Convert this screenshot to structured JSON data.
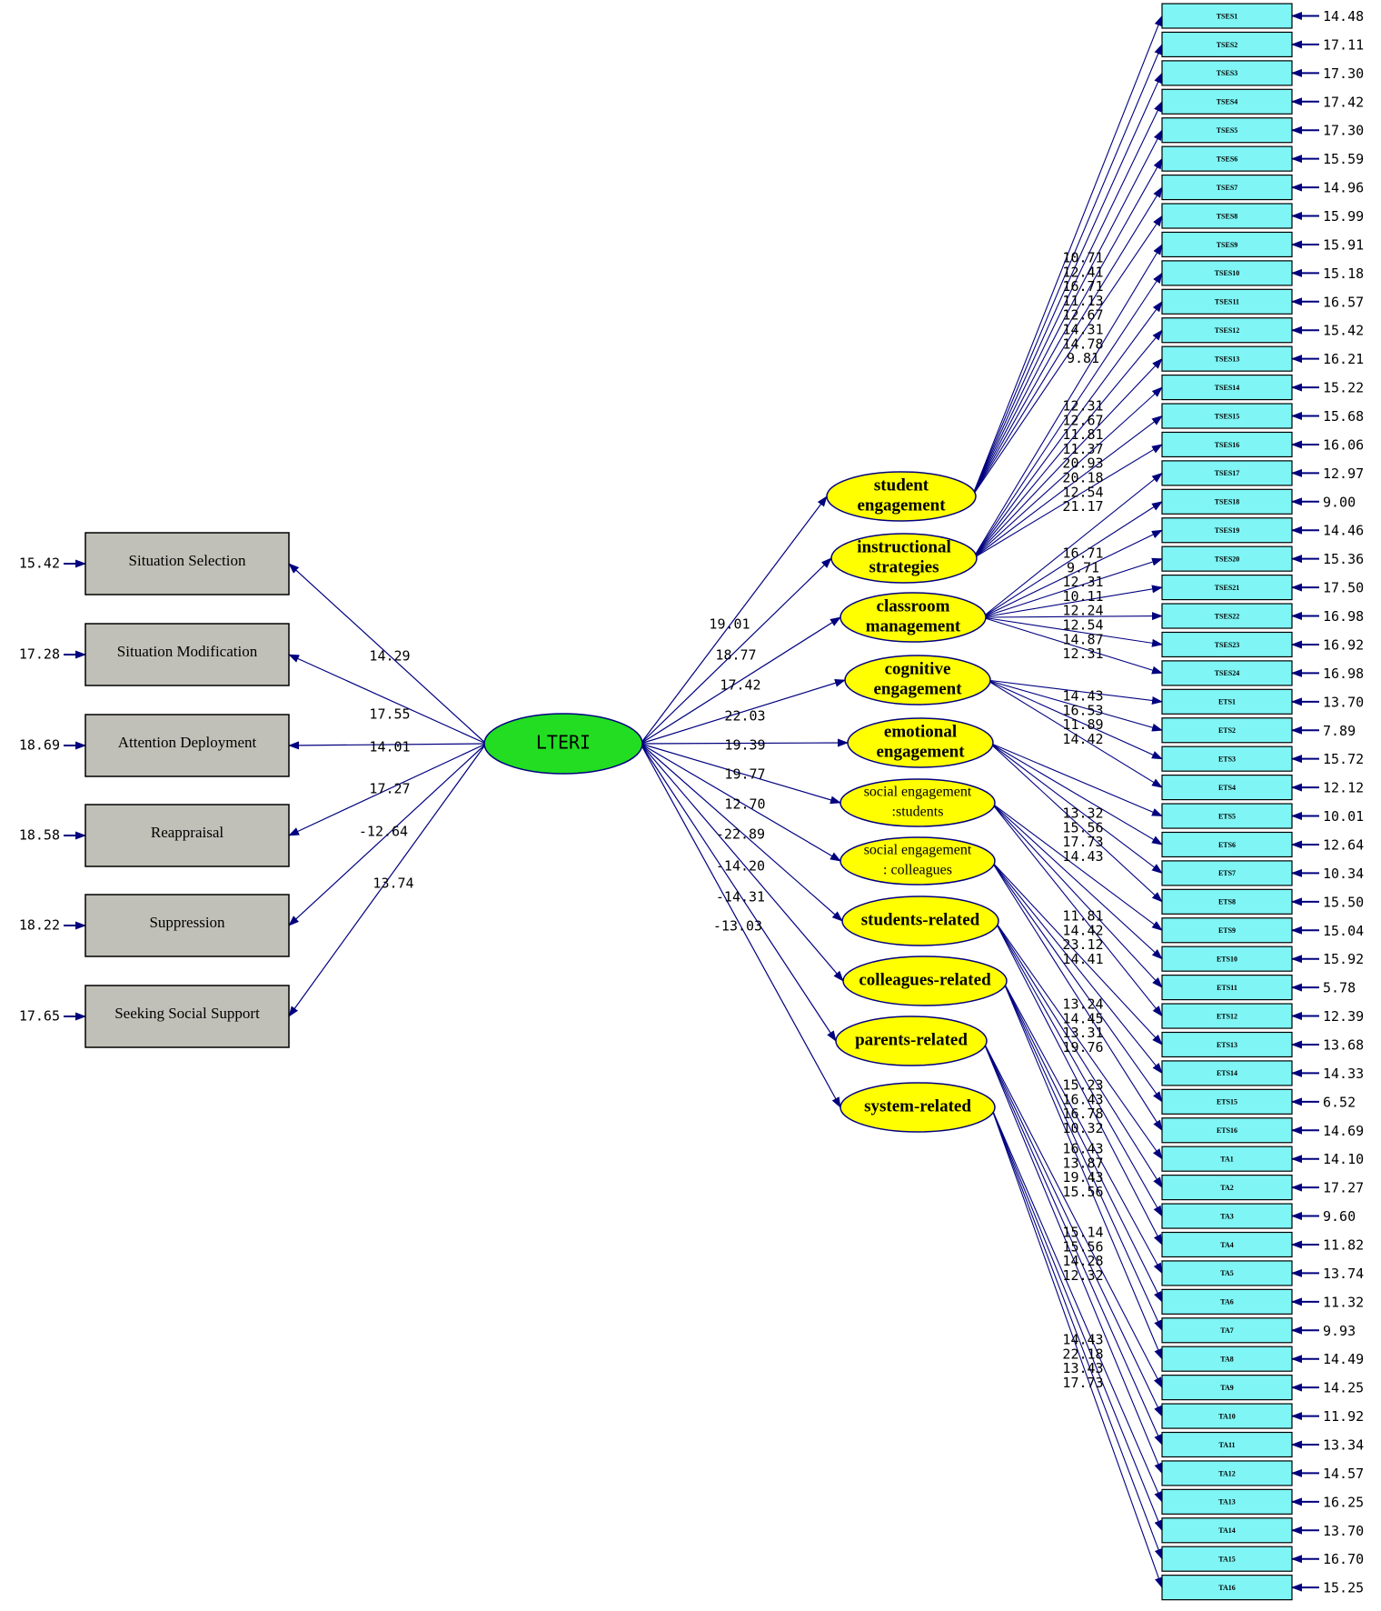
{
  "colors": {
    "line": "#00007f",
    "central_fill": "#22dd22",
    "factor_fill": "#ffff00",
    "left_box_fill": "#c0c0b8",
    "right_box_fill": "#7ff5f5",
    "text": "#000000"
  },
  "central": {
    "label": "LTERI"
  },
  "left_boxes": [
    {
      "label": "Situation Selection",
      "error": "15.42",
      "loading": "14.29"
    },
    {
      "label": "Situation Modification",
      "error": "17.28",
      "loading": "17.55"
    },
    {
      "label": "Attention Deployment",
      "error": "18.69",
      "loading": "14.01"
    },
    {
      "label": "Reappraisal",
      "error": "18.58",
      "loading": "17.27"
    },
    {
      "label": "Suppression",
      "error": "18.22",
      "loading": "-12.64"
    },
    {
      "label": "Seeking Social Support",
      "error": "17.65",
      "loading": "13.74"
    }
  ],
  "factors": [
    {
      "lines": [
        "student",
        "engagement"
      ],
      "loading": "19.01",
      "small": false
    },
    {
      "lines": [
        "instructional",
        "strategies"
      ],
      "loading": "18.77",
      "small": false
    },
    {
      "lines": [
        "classroom",
        "management"
      ],
      "loading": "17.42",
      "small": false
    },
    {
      "lines": [
        "cognitive",
        "engagement"
      ],
      "loading": "22.03",
      "small": false
    },
    {
      "lines": [
        "emotional",
        "engagement"
      ],
      "loading": "19.39",
      "small": false
    },
    {
      "lines": [
        "social engagement",
        ":students"
      ],
      "loading": "19.77",
      "small": true
    },
    {
      "lines": [
        "social engagement",
        ": colleagues"
      ],
      "loading": "12.70",
      "small": true
    },
    {
      "lines": [
        "students-related"
      ],
      "loading": "-22.89",
      "small": false
    },
    {
      "lines": [
        "colleagues-related"
      ],
      "loading": "-14.20",
      "small": false
    },
    {
      "lines": [
        "parents-related"
      ],
      "loading": "-14.31",
      "small": false
    },
    {
      "lines": [
        "system-related"
      ],
      "loading": "-13.03",
      "small": false
    }
  ],
  "indicators": [
    {
      "label": "TSES1",
      "error": "14.48"
    },
    {
      "label": "TSES2",
      "error": "17.11"
    },
    {
      "label": "TSES3",
      "error": "17.30"
    },
    {
      "label": "TSES4",
      "error": "17.42"
    },
    {
      "label": "TSES5",
      "error": "17.30"
    },
    {
      "label": "TSES6",
      "error": "15.59"
    },
    {
      "label": "TSES7",
      "error": "14.96"
    },
    {
      "label": "TSES8",
      "error": "15.99"
    },
    {
      "label": "TSES9",
      "error": "15.91"
    },
    {
      "label": "TSES10",
      "error": "15.18"
    },
    {
      "label": "TSES11",
      "error": "16.57"
    },
    {
      "label": "TSES12",
      "error": "15.42"
    },
    {
      "label": "TSES13",
      "error": "16.21"
    },
    {
      "label": "TSES14",
      "error": "15.22"
    },
    {
      "label": "TSES15",
      "error": "15.68"
    },
    {
      "label": "TSES16",
      "error": "16.06"
    },
    {
      "label": "TSES17",
      "error": "12.97"
    },
    {
      "label": "TSES18",
      "error": "9.00"
    },
    {
      "label": "TSES19",
      "error": "14.46"
    },
    {
      "label": "TSES20",
      "error": "15.36"
    },
    {
      "label": "TSES21",
      "error": "17.50"
    },
    {
      "label": "TSES22",
      "error": "16.98"
    },
    {
      "label": "TSES23",
      "error": "16.92"
    },
    {
      "label": "TSES24",
      "error": "16.98"
    },
    {
      "label": "ETS1",
      "error": "13.70"
    },
    {
      "label": "ETS2",
      "error": "7.89"
    },
    {
      "label": "ETS3",
      "error": "15.72"
    },
    {
      "label": "ETS4",
      "error": "12.12"
    },
    {
      "label": "ETS5",
      "error": "10.01"
    },
    {
      "label": "ETS6",
      "error": "12.64"
    },
    {
      "label": "ETS7",
      "error": "10.34"
    },
    {
      "label": "ETS8",
      "error": "15.50"
    },
    {
      "label": "ETS9",
      "error": "15.04"
    },
    {
      "label": "ETS10",
      "error": "15.92"
    },
    {
      "label": "ETS11",
      "error": "5.78"
    },
    {
      "label": "ETS12",
      "error": "12.39"
    },
    {
      "label": "ETS13",
      "error": "13.68"
    },
    {
      "label": "ETS14",
      "error": "14.33"
    },
    {
      "label": "ETS15",
      "error": "6.52"
    },
    {
      "label": "ETS16",
      "error": "14.69"
    },
    {
      "label": "TA1",
      "error": "14.10"
    },
    {
      "label": "TA2",
      "error": "17.27"
    },
    {
      "label": "TA3",
      "error": "9.60"
    },
    {
      "label": "TA4",
      "error": "11.82"
    },
    {
      "label": "TA5",
      "error": "13.74"
    },
    {
      "label": "TA6",
      "error": "11.32"
    },
    {
      "label": "TA7",
      "error": "9.93"
    },
    {
      "label": "TA8",
      "error": "14.49"
    },
    {
      "label": "TA9",
      "error": "14.25"
    },
    {
      "label": "TA10",
      "error": "11.92"
    },
    {
      "label": "TA11",
      "error": "13.34"
    },
    {
      "label": "TA12",
      "error": "14.57"
    },
    {
      "label": "TA13",
      "error": "16.25"
    },
    {
      "label": "TA14",
      "error": "13.70"
    },
    {
      "label": "TA15",
      "error": "16.70"
    },
    {
      "label": "TA16",
      "error": "15.25"
    }
  ],
  "factor_loading_groups": [
    {
      "factor": 0,
      "first": 0,
      "values": [
        "10.71",
        "12.41",
        "16.71",
        "11.13",
        "12.67",
        "14.31",
        "14.78",
        "9.81"
      ]
    },
    {
      "factor": 1,
      "first": 8,
      "values": [
        "12.31",
        "12.67",
        "11.81",
        "11.37",
        "20.93",
        "20.18",
        "12.54",
        "21.17"
      ]
    },
    {
      "factor": 2,
      "first": 16,
      "values": [
        "16.71",
        "9.71",
        "12.31",
        "10.11",
        "12.24",
        "12.54",
        "14.87",
        "12.31"
      ]
    },
    {
      "factor": 3,
      "first": 24,
      "values": [
        "14.43",
        "16.53",
        "11.89",
        "14.42"
      ]
    },
    {
      "factor": 4,
      "first": 28,
      "values": [
        "13.32",
        "15.56",
        "17.73",
        "14.43"
      ]
    },
    {
      "factor": 5,
      "first": 32,
      "values": [
        "11.81",
        "14.42",
        "23.12",
        "14.41"
      ]
    },
    {
      "factor": 6,
      "first": 36,
      "values": [
        "13.24",
        "14.45",
        "13.31",
        "19.76"
      ]
    },
    {
      "factor": 7,
      "first": 40,
      "values": [
        "15.23",
        "16.43",
        "16.78",
        "10.32"
      ]
    },
    {
      "factor": 8,
      "first": 44,
      "values": [
        "16.43",
        "13.87",
        "19.43",
        "15.56"
      ]
    },
    {
      "factor": 9,
      "first": 48,
      "values": [
        "15.14",
        "15.56",
        "14.28",
        "12.32"
      ]
    },
    {
      "factor": 10,
      "first": 52,
      "values": [
        "14.43",
        "22.18",
        "13.43",
        "17.73"
      ]
    }
  ]
}
